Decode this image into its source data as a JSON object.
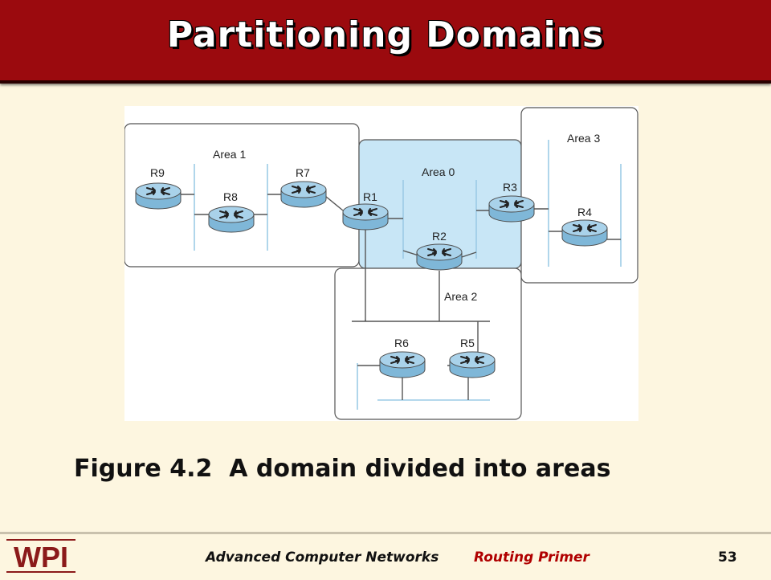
{
  "slide": {
    "title": "Partitioning Domains",
    "caption": "Figure 4.2  A domain divided into areas",
    "footer": {
      "course": "Advanced Computer Networks",
      "topic": "Routing Primer",
      "page": "53",
      "logo_text": "WPI"
    }
  },
  "diagram": {
    "areas": [
      "Area 0",
      "Area 1",
      "Area 2",
      "Area 3"
    ],
    "routers": [
      "R1",
      "R2",
      "R3",
      "R4",
      "R5",
      "R6",
      "R7",
      "R8",
      "R9"
    ],
    "colors": {
      "backbone_fill": "#c8e6f6",
      "network_line": "#9ccbe6",
      "router_body": "#a9d2ea",
      "title_bar": "#9b0a0e"
    }
  }
}
